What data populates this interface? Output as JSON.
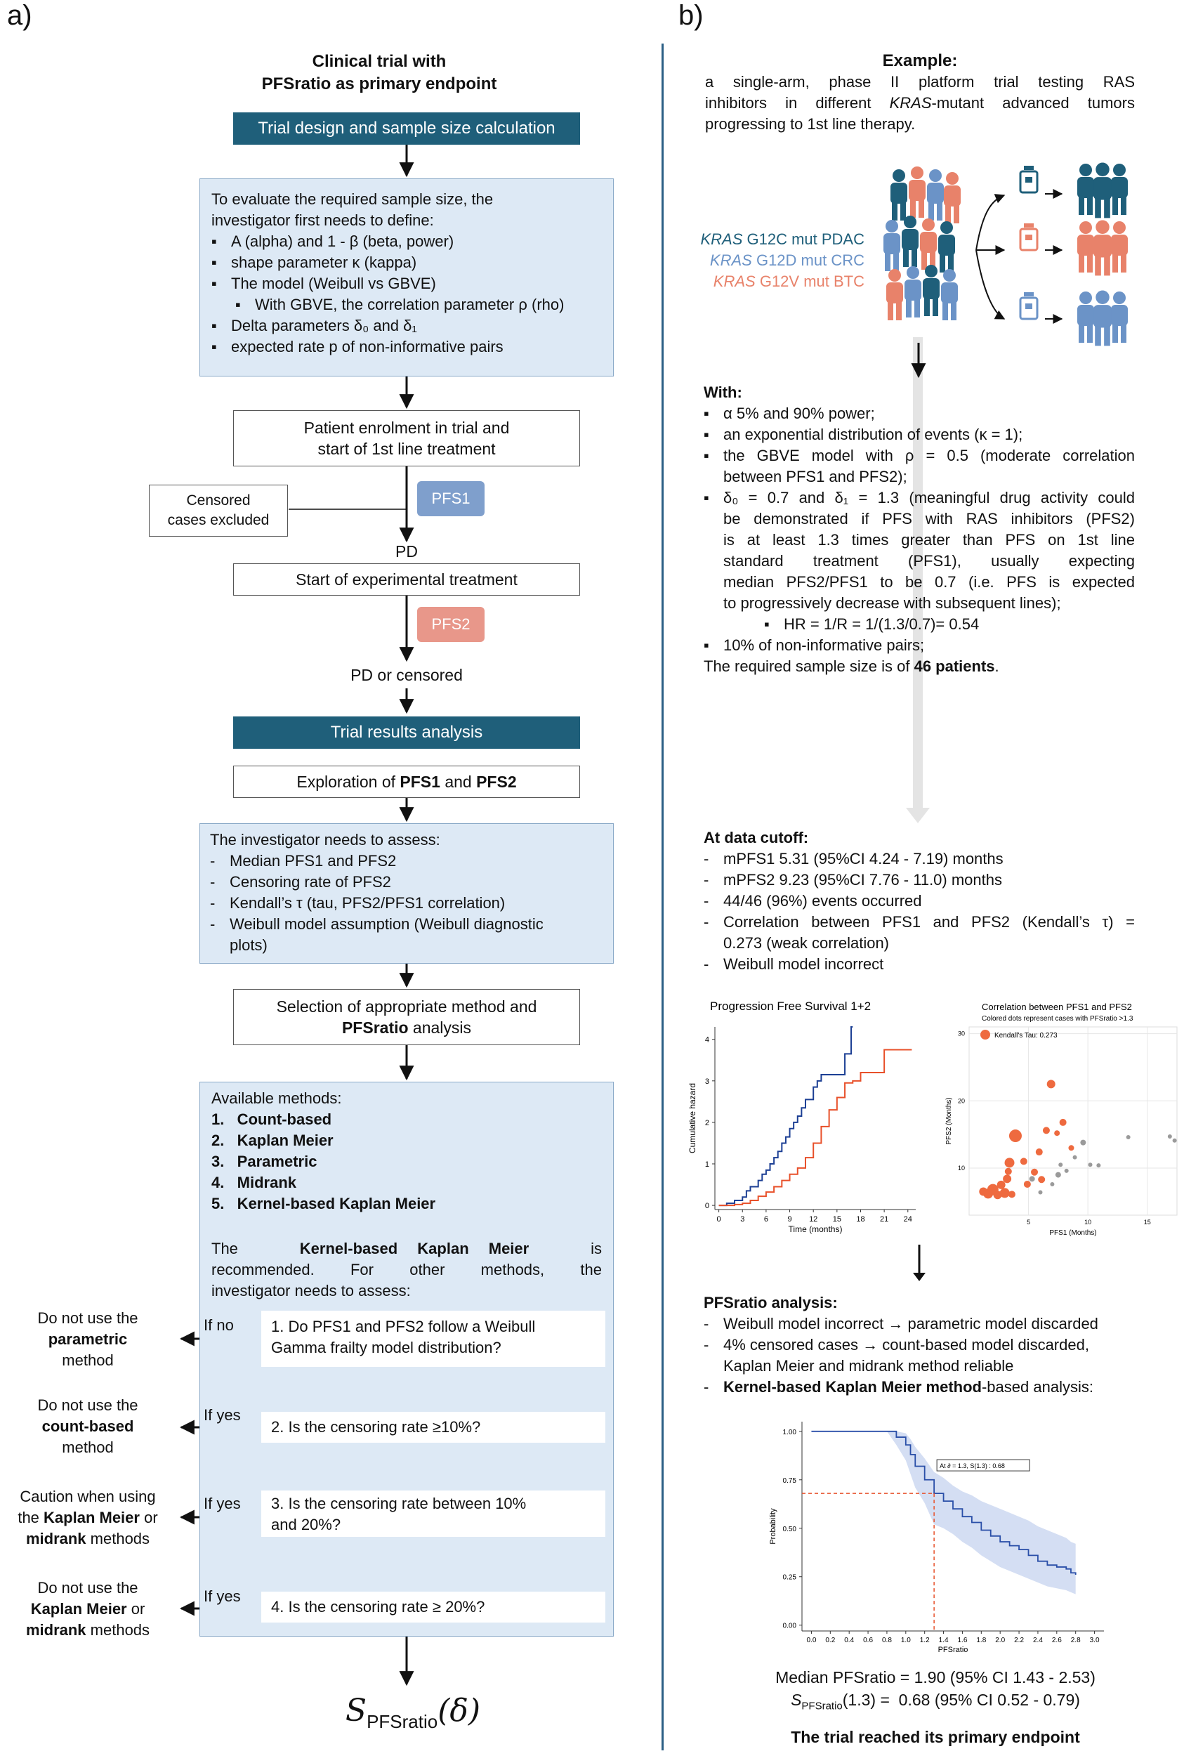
{
  "panel_a": {
    "label": "a)",
    "title_line1": "Clinical trial with",
    "title_line2": "PFSratio as primary endpoint",
    "design_header": "Trial design and sample size calculation",
    "define_box": {
      "intro1": "To evaluate the required sample size, the",
      "intro2": "investigator first needs to define:",
      "items": [
        "Α (alpha) and 1 - β (beta, power)",
        "shape parameter κ (kappa)",
        "The model (Weibull vs GBVE)",
        "With GBVE, the correlation parameter ρ (rho)",
        "Delta parameters δ₀ and δ₁",
        "expected rate p of non-informative pairs"
      ]
    },
    "enrolment_line1": "Patient enrolment in trial and",
    "enrolment_line2": "start of 1st line treatment",
    "censored_line1": "Censored",
    "censored_line2": "cases excluded",
    "pfs1": "PFS1",
    "pd": "PD",
    "experimental": "Start of experimental treatment",
    "pfs2": "PFS2",
    "pd_censored": "PD or censored",
    "analysis_header": "Trial results analysis",
    "exploration_pre": "Exploration of ",
    "exploration_b1": "PFS1",
    "exploration_mid": " and ",
    "exploration_b2": "PFS2",
    "assess_box": {
      "intro": "The investigator needs to assess:",
      "items": [
        "Median PFS1 and PFS2",
        "Censoring rate of PFS2",
        "Kendall’s τ (tau, PFS2/PFS1 correlation)",
        "Weibull model assumption (Weibull diagnostic",
        "plots)"
      ]
    },
    "selection_line1": "Selection of appropriate method and",
    "selection_b": "PFSratio",
    "selection_after": " analysis",
    "methods_box": {
      "intro": "Available methods:",
      "methods": [
        "1.   Count-based",
        "2.   Kaplan Meier",
        "3.   Parametric",
        "4.   Midrank",
        "5.   Kernel-based Kaplan Meier"
      ],
      "rec_pre": "The",
      "rec_b": "Kernel-based Kaplan Meier",
      "rec_post": "is",
      "rec_line2": "recommended. For other methods, the",
      "rec_line3": "investigator needs to assess:"
    },
    "questions": [
      {
        "cond": "If no",
        "line1": "1. Do PFS1 and PFS2 follow a Weibull",
        "line2": "Gamma frailty model distribution?"
      },
      {
        "cond": "If yes",
        "line1": "2. Is the censoring rate ≥10%?",
        "line2": ""
      },
      {
        "cond": "If yes",
        "line1": "3. Is the censoring rate between 10%",
        "line2": "and 20%?"
      },
      {
        "cond": "If yes",
        "line1": "4. Is the censoring rate ≥ 20%?",
        "line2": ""
      }
    ],
    "outcomes": [
      {
        "l1": "Do not use the",
        "b": "parametric",
        "l3": "method"
      },
      {
        "l1": "Do not use the",
        "b": "count-based",
        "l3": "method"
      },
      {
        "l1": "Caution when using",
        "pre": "the ",
        "b": "Kaplan Meier",
        "post": " or",
        "b2": "midrank",
        "l3": " methods"
      },
      {
        "l1": "Do not use the",
        "b": "Kaplan Meier",
        "post": " or",
        "b2": "midrank",
        "l3": " methods"
      }
    ],
    "final_S": "S",
    "final_sub": "PFSratio",
    "final_arg": "(δ)"
  },
  "panel_b": {
    "label": "b)",
    "example_title": "Example:",
    "example_line1": "a single-arm, phase II platform trial testing RAS",
    "example_line2_pre": "inhibitors in different ",
    "example_line2_it": "KRAS",
    "example_line2_post": "-mutant advanced tumors",
    "example_line3": "progressing to 1st line therapy.",
    "kras": [
      {
        "it": "KRAS",
        "rest": " G12C mut PDAC",
        "color": "#1f5f7a"
      },
      {
        "it": "KRAS",
        "rest": " G12D mut CRC",
        "color": "#6b93c7"
      },
      {
        "it": "KRAS",
        "rest": " G12V mut BTC",
        "color": "#e8826a"
      }
    ],
    "with_title": "With:",
    "with_items": [
      "α 5% and 90% power;",
      "an exponential distribution of events (κ = 1);",
      "the GBVE model with ρ = 0.5 (moderate correlation",
      "between PFS1 and PFS2);",
      "δ₀ = 0.7 and δ₁ = 1.3 (meaningful drug activity could",
      "be demonstrated if PFS with RAS inhibitors (PFS2)",
      "is at least 1.3 times greater than PFS on 1st line",
      "standard treatment (PFS1), usually expecting",
      "median PFS2/PFS1 to be 0.7 (i.e. PFS is expected",
      "to progressively decrease with subsequent lines);",
      "HR = 1/R = 1/(1.3/0.7)= 0.54",
      "10% of non-informative pairs;"
    ],
    "sample_pre": "The required sample size is of ",
    "sample_b": "46 patients",
    "sample_post": ".",
    "cutoff_title": "At data cutoff:",
    "cutoff_items": [
      "mPFS1 5.31 (95%CI 4.24 - 7.19) months",
      "mPFS2 9.23 (95%CI 7.76 - 11.0) months",
      "44/46 (96%) events occurred",
      "Correlation between PFS1 and PFS2 (Kendall’s τ) =",
      "0.273 (weak correlation)",
      "Weibull model incorrect"
    ],
    "analysis_title": "PFSratio analysis:",
    "analysis_items": [
      "Weibull model incorrect → parametric model discarded",
      "4% censored cases → count-based model discarded,",
      "Kaplan Meier and midrank method reliable"
    ],
    "analysis_last_b": "Kernel-based Kaplan Meier method",
    "analysis_last_post": "-based analysis:",
    "median_line": "Median PFSratio = 1.90 (95% CI 1.43 - 2.53)",
    "s_line_S": "S",
    "s_line_sub": "PFSratio",
    "s_line_rest": "(1.3) =  0.68 (95% CI 0.52 - 0.79)",
    "conclusion": "The trial reached its primary endpoint"
  },
  "colors": {
    "navy": "#1f5f7a",
    "lightblue": "#6b93c7",
    "salmon": "#e8826a",
    "boxfill": "#dde9f5"
  },
  "chart_data": [
    {
      "type": "line",
      "title": "Progression Free Survival 1+2",
      "xlabel": "Time (months)",
      "ylabel": "Cumulative hazard",
      "xticks": [
        0,
        3,
        6,
        9,
        12,
        15,
        18,
        21,
        24
      ],
      "yticks": [
        0,
        1,
        2,
        3,
        4
      ],
      "xlim": [
        -0.5,
        25
      ],
      "ylim": [
        -0.1,
        4.3
      ],
      "series": [
        {
          "color": "#1c3f94",
          "x": [
            0,
            1,
            2,
            3,
            3.5,
            4,
            5,
            5.5,
            6,
            6.5,
            7,
            7.5,
            8,
            8.5,
            9,
            9.5,
            10,
            10.5,
            11,
            12,
            12.5,
            13,
            14,
            15,
            16,
            16.5,
            16.8,
            17
          ],
          "y": [
            0,
            0.05,
            0.12,
            0.2,
            0.35,
            0.45,
            0.6,
            0.75,
            0.85,
            1.0,
            1.15,
            1.3,
            1.5,
            1.65,
            1.85,
            2.0,
            2.15,
            2.35,
            2.55,
            2.85,
            3.0,
            3.15,
            3.15,
            3.15,
            3.65,
            3.65,
            4.3,
            4.3
          ]
        },
        {
          "color": "#e8502a",
          "x": [
            0,
            2,
            3,
            4,
            5,
            6,
            7,
            8,
            9,
            10,
            11,
            12,
            13,
            14,
            15,
            16,
            17,
            18,
            19,
            21,
            22,
            24.5
          ],
          "y": [
            0,
            0.02,
            0.05,
            0.12,
            0.22,
            0.32,
            0.45,
            0.6,
            0.75,
            0.9,
            1.15,
            1.5,
            1.9,
            2.3,
            2.6,
            2.95,
            3.0,
            3.2,
            3.2,
            3.75,
            3.75,
            3.75
          ]
        }
      ]
    },
    {
      "type": "scatter",
      "title": "Correlation between PFS1 and PFS2",
      "subtitle": "Colored dots represent cases with PFSratio >1.3",
      "xlabel": "PFS1 (Months)",
      "ylabel": "PFS2 (Months)",
      "xticks": [
        5,
        10,
        15
      ],
      "yticks": [
        10,
        20,
        30
      ],
      "xlim": [
        0,
        17.5
      ],
      "ylim": [
        3,
        31
      ],
      "legend": "Kendall's Tau:  0.273",
      "points": [
        {
          "x": 1.2,
          "y": 6.5,
          "c": "o",
          "s": 6
        },
        {
          "x": 1.6,
          "y": 6.2,
          "c": "o",
          "s": 7
        },
        {
          "x": 2.0,
          "y": 6.8,
          "c": "o",
          "s": 8
        },
        {
          "x": 2.4,
          "y": 6.0,
          "c": "o",
          "s": 6
        },
        {
          "x": 2.7,
          "y": 7.5,
          "c": "o",
          "s": 6
        },
        {
          "x": 3.0,
          "y": 6.3,
          "c": "o",
          "s": 7
        },
        {
          "x": 3.2,
          "y": 8.4,
          "c": "o",
          "s": 6
        },
        {
          "x": 3.3,
          "y": 9.5,
          "c": "o",
          "s": 5
        },
        {
          "x": 3.4,
          "y": 10.8,
          "c": "o",
          "s": 7
        },
        {
          "x": 3.6,
          "y": 6.1,
          "c": "o",
          "s": 5
        },
        {
          "x": 3.9,
          "y": 14.8,
          "c": "o",
          "s": 9
        },
        {
          "x": 4.6,
          "y": 11.0,
          "c": "o",
          "s": 5
        },
        {
          "x": 4.9,
          "y": 7.6,
          "c": "o",
          "s": 5
        },
        {
          "x": 5.5,
          "y": 9.4,
          "c": "o",
          "s": 5
        },
        {
          "x": 5.9,
          "y": 12.4,
          "c": "o",
          "s": 5
        },
        {
          "x": 6.1,
          "y": 8.3,
          "c": "o",
          "s": 5
        },
        {
          "x": 6.5,
          "y": 15.6,
          "c": "o",
          "s": 5
        },
        {
          "x": 6.9,
          "y": 22.5,
          "c": "o",
          "s": 6
        },
        {
          "x": 7.4,
          "y": 15.2,
          "c": "o",
          "s": 4
        },
        {
          "x": 7.9,
          "y": 16.8,
          "c": "o",
          "s": 5
        },
        {
          "x": 8.6,
          "y": 13.0,
          "c": "o",
          "s": 4
        },
        {
          "x": 5.3,
          "y": 8.4,
          "c": "g",
          "s": 4
        },
        {
          "x": 6.0,
          "y": 6.4,
          "c": "g",
          "s": 3
        },
        {
          "x": 7.0,
          "y": 7.6,
          "c": "g",
          "s": 3
        },
        {
          "x": 7.5,
          "y": 9.0,
          "c": "g",
          "s": 4
        },
        {
          "x": 7.7,
          "y": 10.5,
          "c": "g",
          "s": 3
        },
        {
          "x": 8.2,
          "y": 9.6,
          "c": "g",
          "s": 3
        },
        {
          "x": 8.9,
          "y": 11.6,
          "c": "g",
          "s": 3
        },
        {
          "x": 9.6,
          "y": 13.8,
          "c": "g",
          "s": 4
        },
        {
          "x": 10.2,
          "y": 10.5,
          "c": "g",
          "s": 3
        },
        {
          "x": 10.9,
          "y": 10.4,
          "c": "g",
          "s": 3
        },
        {
          "x": 13.4,
          "y": 14.6,
          "c": "g",
          "s": 3
        },
        {
          "x": 16.9,
          "y": 14.7,
          "c": "g",
          "s": 3
        },
        {
          "x": 17.3,
          "y": 14.1,
          "c": "g",
          "s": 3
        }
      ]
    },
    {
      "type": "line",
      "xlabel": "PFSratio",
      "ylabel": "Probability",
      "xticks": [
        0.0,
        0.2,
        0.4,
        0.6,
        0.8,
        1.0,
        1.2,
        1.4,
        1.6,
        1.8,
        2.0,
        2.2,
        2.4,
        2.6,
        2.8,
        3.0
      ],
      "yticks": [
        0.0,
        0.25,
        0.5,
        0.75,
        1.0
      ],
      "ytick_labels": [
        "0.00",
        "0.25",
        "0.50",
        "0.75",
        "1.00"
      ],
      "xlim": [
        -0.1,
        3.1
      ],
      "ylim": [
        -0.03,
        1.05
      ],
      "annotation": "At ∂ = 1.3, S(1.3) : 0.68",
      "marker": {
        "x": 1.3,
        "y": 0.68
      },
      "estimate": {
        "x": [
          0,
          0.8,
          0.9,
          1.0,
          1.05,
          1.1,
          1.2,
          1.3,
          1.4,
          1.5,
          1.6,
          1.7,
          1.8,
          1.9,
          2.0,
          2.1,
          2.2,
          2.3,
          2.4,
          2.5,
          2.6,
          2.7,
          2.75,
          2.8
        ],
        "y": [
          1.0,
          1.0,
          0.97,
          0.93,
          0.88,
          0.82,
          0.75,
          0.68,
          0.64,
          0.6,
          0.56,
          0.53,
          0.49,
          0.46,
          0.43,
          0.41,
          0.39,
          0.36,
          0.33,
          0.31,
          0.3,
          0.29,
          0.27,
          0.26
        ]
      },
      "upper": [
        1.0,
        1.0,
        1.0,
        0.99,
        0.96,
        0.92,
        0.86,
        0.79,
        0.76,
        0.72,
        0.69,
        0.67,
        0.64,
        0.62,
        0.6,
        0.58,
        0.56,
        0.54,
        0.51,
        0.49,
        0.47,
        0.45,
        0.43,
        0.42
      ],
      "lower": [
        1.0,
        1.0,
        0.93,
        0.85,
        0.78,
        0.71,
        0.63,
        0.52,
        0.5,
        0.47,
        0.43,
        0.4,
        0.36,
        0.33,
        0.3,
        0.28,
        0.26,
        0.24,
        0.22,
        0.2,
        0.19,
        0.18,
        0.17,
        0.16
      ]
    }
  ]
}
